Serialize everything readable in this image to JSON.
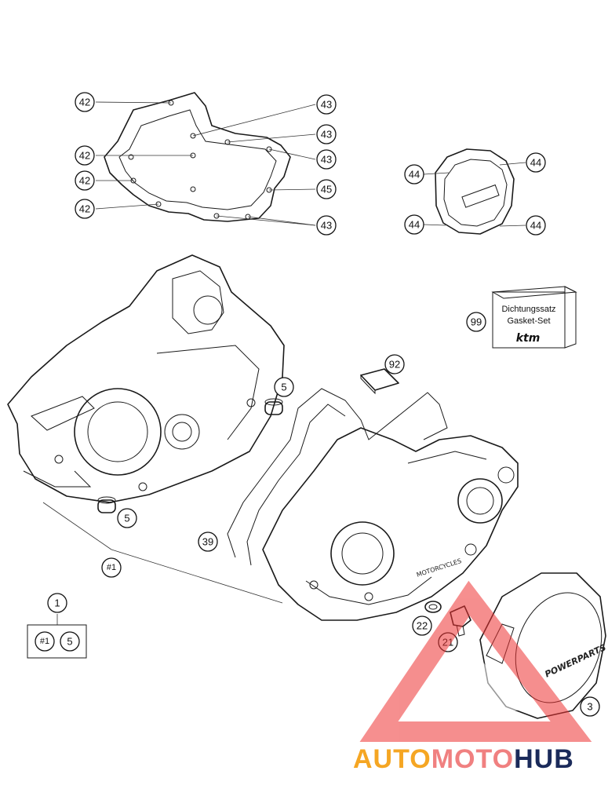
{
  "callouts": {
    "c42": "42",
    "c43": "43",
    "c45": "45",
    "c44": "44",
    "c99": "99",
    "c92": "92",
    "c5": "5",
    "c39": "39",
    "c1": "#1",
    "c22": "22",
    "c21": "21",
    "c3": "3",
    "c1set": "1"
  },
  "gasket_box": {
    "line1": "Dichtungssatz",
    "line2": "Gasket-Set",
    "logo": "ktm"
  },
  "cover_brand": "POWERPARTS",
  "crankcase_text": "MOTORCYCLES",
  "watermark": {
    "part1": "AUTO",
    "part2": "MOTO",
    "part3": "HUB",
    "color1": "#f5a623",
    "color2": "#f08080",
    "color3": "#1a2a5a"
  }
}
